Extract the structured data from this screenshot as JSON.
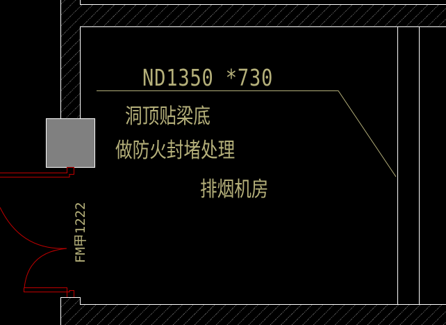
{
  "drawing": {
    "type": "CAD floor plan detail",
    "background": "#000000",
    "colors": {
      "wall_outline": "#ffffff",
      "hatch": "#9a9a9a",
      "annotation": "#b5b07a",
      "door": "#c00000",
      "duct_fill": "#808080"
    },
    "annotations": {
      "opening_size": "ND1350 *730",
      "note_line_1": "洞顶贴梁底",
      "note_line_2": "做防火封堵处理",
      "room_name": "排烟机房",
      "door_tag": "FM甲1222"
    },
    "elements": [
      {
        "name": "top-wall",
        "kind": "hatched wall"
      },
      {
        "name": "left-wall",
        "kind": "hatched wall"
      },
      {
        "name": "bottom-wall",
        "kind": "hatched wall"
      },
      {
        "name": "duct-opening",
        "kind": "gray filled square"
      },
      {
        "name": "double-door",
        "kind": "red door swing arcs"
      },
      {
        "name": "leader-line",
        "kind": "annotation leader"
      },
      {
        "name": "right-partition-lines",
        "kind": "vertical wall lines"
      }
    ]
  }
}
